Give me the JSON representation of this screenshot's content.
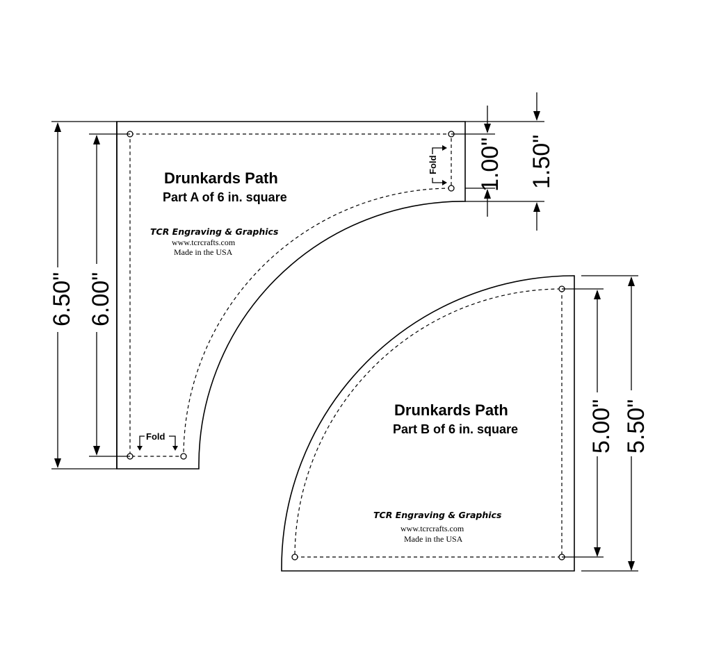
{
  "part_a": {
    "title": "Drunkards Path",
    "subtitle": "Part A of 6 in. square",
    "brand": "TCR Engraving & Graphics",
    "website": "www.tcrcrafts.com",
    "origin": "Made in the USA",
    "fold_bottom": "Fold",
    "fold_right": "Fold"
  },
  "part_b": {
    "title": "Drunkards Path",
    "subtitle": "Part B of 6 in. square",
    "brand": "TCR Engraving & Graphics",
    "website": "www.tcrcrafts.com",
    "origin": "Made in the USA"
  },
  "dimensions": {
    "a_outer_height": "6.50\"",
    "a_inner_height": "6.00\"",
    "a_inner_width": "1.00\"",
    "a_outer_width": "1.50\"",
    "b_inner_height": "5.00\"",
    "b_outer_height": "5.50\""
  }
}
